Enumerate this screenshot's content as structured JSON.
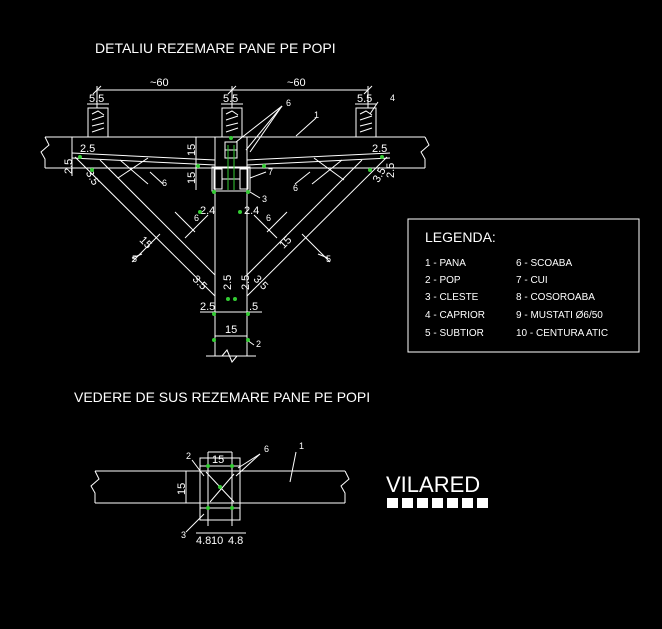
{
  "titles": {
    "detail": "DETALIU REZEMARE PANE PE POPI",
    "top_view": "VEDERE DE SUS REZEMARE PANE PE POPI"
  },
  "dimensions": {
    "spacing_left": "~60",
    "spacing_right": "~60",
    "pana_w_left": "5.5",
    "pana_w_mid": "5.5",
    "pana_w_right": "5.5",
    "h15_a": "15",
    "h15_b": "15",
    "v25_left": "2.5",
    "v25_right": "2.5",
    "d25_left": "2.5",
    "d25_right": "2.5",
    "ang35_left": "3.5",
    "ang35_right": "3.5",
    "d24_left": "2.4",
    "d24_right": "2.4",
    "brace15_left": "15",
    "brace15_right": "15",
    "low35_left": "3.5",
    "low35_right": "3.5",
    "low25_a": "2.5",
    "low25_b": "2.5",
    "bot25_left": "2.5",
    "bot25_right": ".5",
    "pop15": "15",
    "top_15_h": "15",
    "top_15_v": "15",
    "top_48_left": "4.8",
    "top_10": "10",
    "top_48_right": "4.8"
  },
  "callouts": {
    "n1": "1",
    "n2": "2",
    "n3": "3",
    "n4": "4",
    "n5a": "5",
    "n5b": "5",
    "n6a": "6",
    "n6b": "6",
    "n6c": "6",
    "n6d": "6",
    "n6e": "6",
    "n7": "7",
    "t1": "1",
    "t2": "2",
    "t3": "3",
    "t6": "6"
  },
  "legend": {
    "title": "LEGENDA:",
    "items": [
      "1 - PANA",
      "6 - SCOABA",
      "2 - POP",
      "7 - CUI",
      "3 - CLESTE",
      "8 - COSOROABA",
      "4 - CAPRIOR",
      "9 - MUSTATI Ø6/50",
      "5 - SUBTIOR",
      "10 - CENTURA ATIC"
    ]
  },
  "brand": {
    "name": "VILARED"
  },
  "colors": {
    "background": "#000000",
    "lines": "#ffffff",
    "markers": "#33cc33"
  }
}
